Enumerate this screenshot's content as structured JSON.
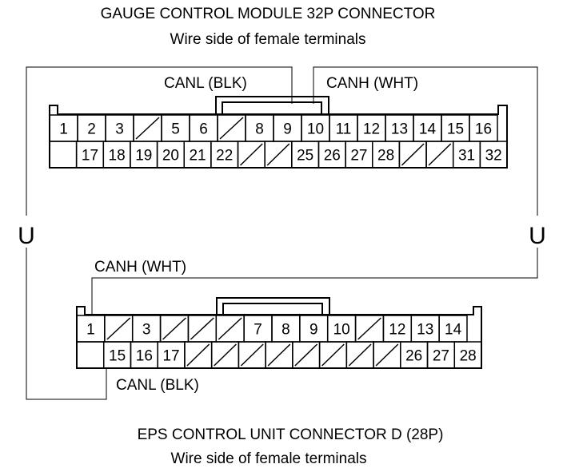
{
  "top_connector": {
    "title": "GAUGE CONTROL MODULE 32P CONNECTOR",
    "subtitle": "Wire side of female terminals",
    "row1": [
      "1",
      "2",
      "3",
      "",
      "5",
      "6",
      "",
      "8",
      "9",
      "10",
      "11",
      "12",
      "13",
      "14",
      "15",
      "16"
    ],
    "row2": [
      "",
      "17",
      "18",
      "19",
      "20",
      "21",
      "22",
      "",
      "",
      "25",
      "26",
      "27",
      "28",
      "",
      "",
      "31",
      "32"
    ]
  },
  "bottom_connector": {
    "title": "EPS CONTROL UNIT CONNECTOR D (28P)",
    "subtitle": "Wire side of female terminals",
    "row1": [
      "1",
      "",
      "3",
      "",
      "",
      "",
      "7",
      "8",
      "9",
      "10",
      "",
      "12",
      "13",
      "14"
    ],
    "row2": [
      "",
      "15",
      "16",
      "17",
      "",
      "",
      "",
      "",
      "",
      "",
      "",
      "",
      "26",
      "27",
      "28"
    ]
  },
  "wire_labels": {
    "top_canl": "CANL (BLK)",
    "top_canh": "CANH (WHT)",
    "bottom_canh": "CANH (WHT)",
    "bottom_canl": "CANL (BLK)"
  },
  "continuity_symbol": "U"
}
